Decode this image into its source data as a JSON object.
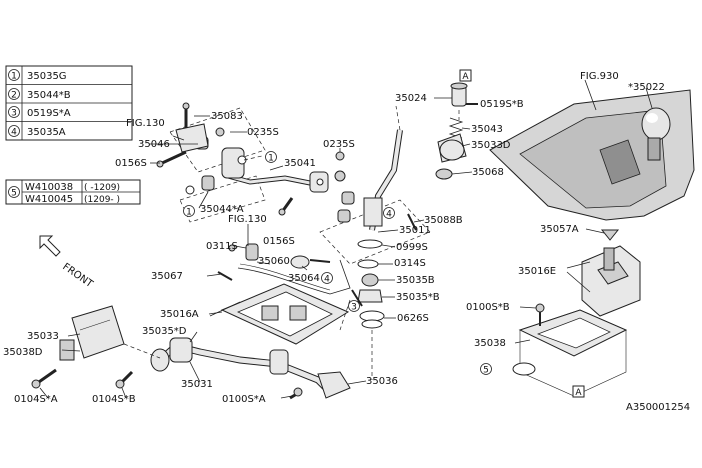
{
  "legend": {
    "items": [
      {
        "num": "1",
        "code": "35035G"
      },
      {
        "num": "2",
        "code": "35044*B"
      },
      {
        "num": "3",
        "code": "0519S*A"
      },
      {
        "num": "4",
        "code": "35035A"
      }
    ],
    "item5": {
      "num": "5",
      "rows": [
        {
          "code": "W410038",
          "range": "( -1209)"
        },
        {
          "code": "W410045",
          "range": "(1209- )"
        }
      ]
    }
  },
  "front_label": "FRONT",
  "marker_a": "A",
  "circle_refs": {
    "one": "1",
    "two": "2",
    "three": "3",
    "four": "4",
    "five": "5"
  },
  "labels": {
    "fig130_top": "FIG.130",
    "p35083": "35083",
    "p0235s_a": "0235S",
    "p35046": "35046",
    "p0156s_a": "0156S",
    "p35041": "35041",
    "p0235s_b": "0235S",
    "p35044a": "35044*A",
    "fig130_mid": "FIG.130",
    "p0156s_b": "0156S",
    "p0311s": "0311S",
    "p35067": "35067",
    "p35060": "35060",
    "p35064": "35064",
    "p35024": "35024",
    "p0519sb": "0519S*B",
    "p35043": "35043",
    "p35033d": "35033D",
    "p35068": "35068",
    "p35088b": "35088B",
    "p35011": "35011",
    "p0999s": "0999S",
    "p0314s": "0314S",
    "p35035b": "35035B",
    "p35035star_b": "35035*B",
    "p0626s": "0626S",
    "fig930": "FIG.930",
    "p35022": "*35022",
    "p35057a": "35057A",
    "p35016e": "35016E",
    "p0100sb": "0100S*B",
    "p35038": "35038",
    "p35016a": "35016A",
    "p35035d": "35035*D",
    "p35033": "35033",
    "p35038d": "35038D",
    "p35031": "35031",
    "p0104sa": "0104S*A",
    "p0104sb": "0104S*B",
    "p0100sa": "0100S*A",
    "p35036": "35036",
    "doc_code": "A350001254"
  }
}
